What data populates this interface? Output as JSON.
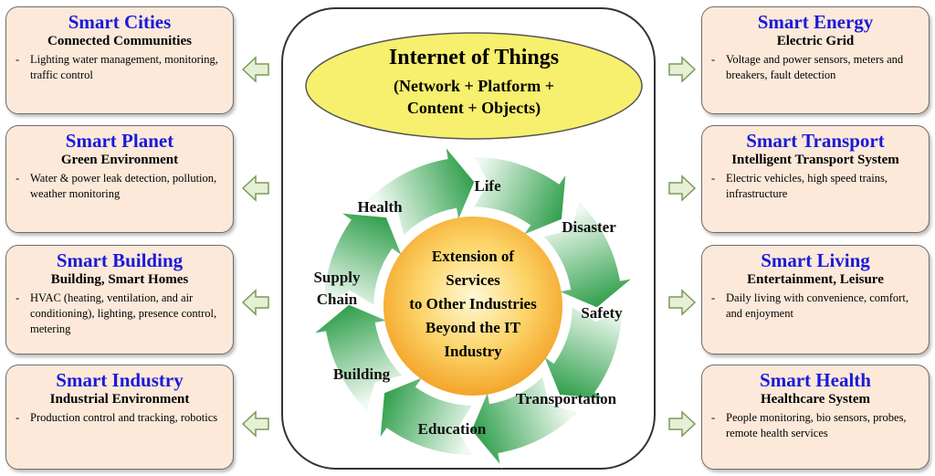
{
  "center": {
    "title": "Internet of Things",
    "subtitle_line1": "(Network + Platform +",
    "subtitle_line2": "Content + Objects)",
    "core_lines": [
      "Extension of",
      "Services",
      "to Other Industries",
      "Beyond the IT",
      "Industry"
    ],
    "cycle_labels": {
      "health": "Health",
      "life": "Life",
      "disaster": "Disaster",
      "safety": "Safety",
      "transportation": "Transportation",
      "education": "Education",
      "building": "Building",
      "supply_chain_1": "Supply",
      "supply_chain_2": "Chain"
    }
  },
  "left_boxes": [
    {
      "title": "Smart Cities",
      "sub": "Connected Communities",
      "desc": "Lighting water management, monitoring, traffic control"
    },
    {
      "title": "Smart Planet",
      "sub": "Green Environment",
      "desc": "Water & power leak detection, pollution, weather monitoring"
    },
    {
      "title": "Smart Building",
      "sub": "Building, Smart Homes",
      "desc": "HVAC (heating, ventilation, and air conditioning), lighting, presence control, metering"
    },
    {
      "title": "Smart Industry",
      "sub": "Industrial Environment",
      "desc": "Production control and tracking, robotics"
    }
  ],
  "right_boxes": [
    {
      "title": "Smart Energy",
      "sub": "Electric Grid",
      "desc": "Voltage and power sensors, meters and breakers, fault detection"
    },
    {
      "title": "Smart Transport",
      "sub": "Intelligent Transport System",
      "desc": "Electric vehicles, high speed trains, infrastructure"
    },
    {
      "title": "Smart Living",
      "sub": "Entertainment, Leisure",
      "desc": "Daily living with convenience, comfort, and enjoyment"
    },
    {
      "title": "Smart Health",
      "sub": "Healthcare System",
      "desc": "People monitoring, bio sensors, probes, remote health services"
    }
  ],
  "colors": {
    "box_fill": "#fde9d9",
    "title_blue": "#1a1adb",
    "ellipse_fill": "#f7ef6e",
    "arrow_green": "#2e9e4a",
    "core_orange": "#f9b233"
  }
}
